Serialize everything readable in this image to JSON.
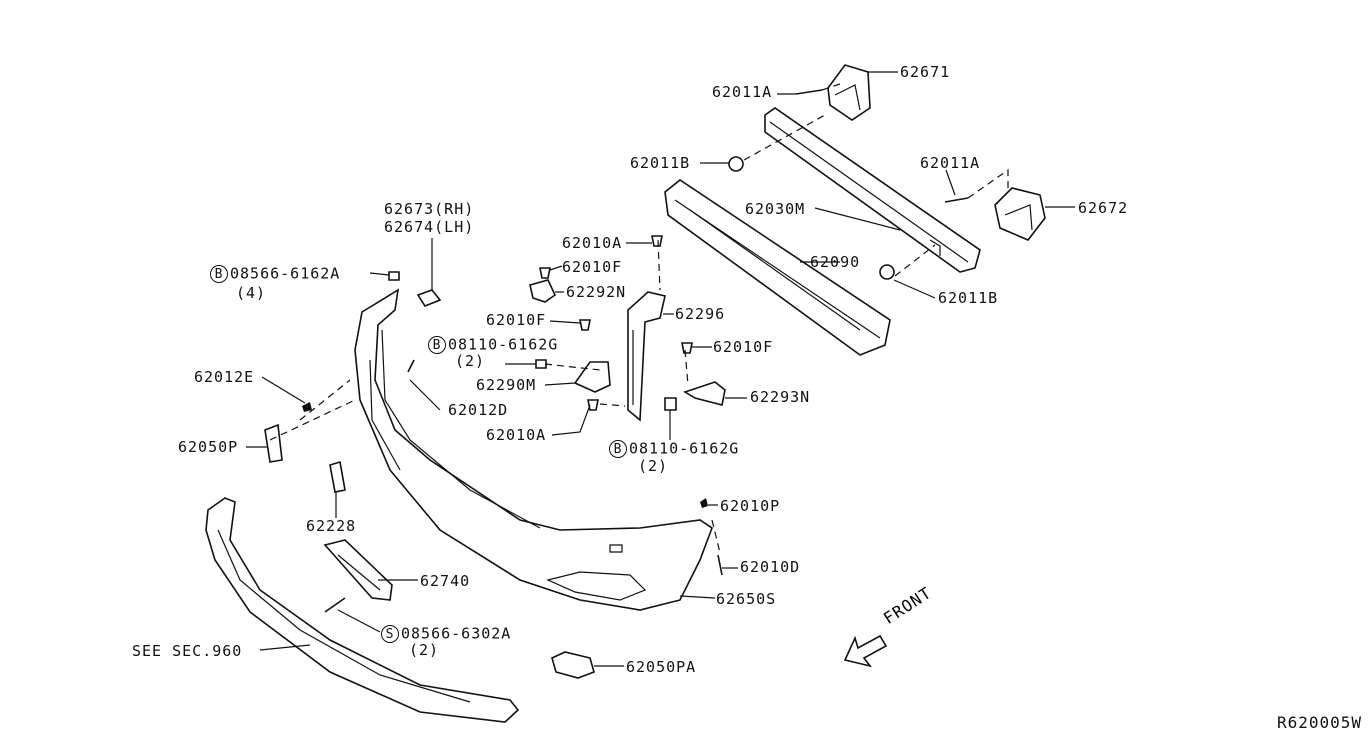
{
  "labels": {
    "p62671": "62671",
    "p62011A_top": "62011A",
    "p62011B_left": "62011B",
    "p62011A_right": "62011A",
    "p62672": "62672",
    "p62030M": "62030M",
    "p62090": "62090",
    "p62011B_right": "62011B",
    "p62673": "62673(RH)",
    "p62674": "62674(LH)",
    "p62010A_top": "62010A",
    "p62010F_top": "62010F",
    "p62292N": "62292N",
    "p62010F_mid": "62010F",
    "p62296": "62296",
    "p62010F_right": "62010F",
    "p62290M": "62290M",
    "p62293N": "62293N",
    "p62012E": "62012E",
    "p62012D": "62012D",
    "p62010A_bottom": "62010A",
    "p62050P": "62050P",
    "p62228": "62228",
    "p62010P": "62010P",
    "p62010D": "62010D",
    "p62740": "62740",
    "p62650S": "62650S",
    "see_sec": "SEE SEC.960",
    "p62050PA": "62050PA"
  },
  "bolts": {
    "b1": {
      "prefix": "B",
      "code": "08566-6162A",
      "qty": "(4)"
    },
    "b2": {
      "prefix": "B",
      "code": "08110-6162G",
      "qty": "(2)"
    },
    "b3": {
      "prefix": "B",
      "code": "08110-6162G",
      "qty": "(2)"
    },
    "s1": {
      "prefix": "S",
      "code": "08566-6302A",
      "qty": "(2)"
    }
  },
  "front_arrow": "FRONT",
  "diagram_ref": "R620005W"
}
